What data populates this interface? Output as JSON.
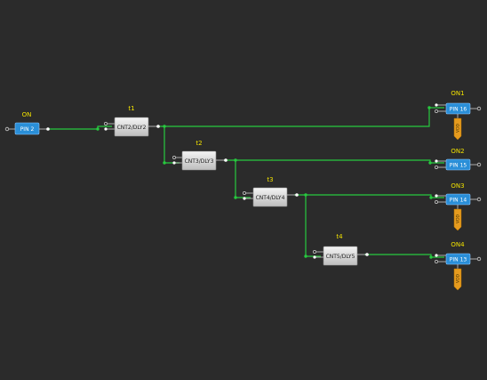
{
  "colors": {
    "background": "#2b2b2b",
    "wire": "#27c93f",
    "pin_fill": "#2a8fd8",
    "block_fill": "#e0e0e0",
    "vdd_fill": "#e69b1e",
    "label": "#f2e200"
  },
  "input": {
    "label": "ON",
    "pin": "PIN 2"
  },
  "blocks": [
    {
      "label": "t1",
      "name": "CNT2/DLY2"
    },
    {
      "label": "t2",
      "name": "CNT3/DLY3"
    },
    {
      "label": "t3",
      "name": "CNT4/DLY4"
    },
    {
      "label": "t4",
      "name": "CNT5/DLY5"
    }
  ],
  "outputs": [
    {
      "label": "ON1",
      "pin": "PIN 16",
      "vdd": "VDD"
    },
    {
      "label": "ON2",
      "pin": "PIN 15",
      "vdd": ""
    },
    {
      "label": "ON3",
      "pin": "PIN 14",
      "vdd": "VDD"
    },
    {
      "label": "ON4",
      "pin": "PIN 13",
      "vdd": "VDD"
    }
  ]
}
